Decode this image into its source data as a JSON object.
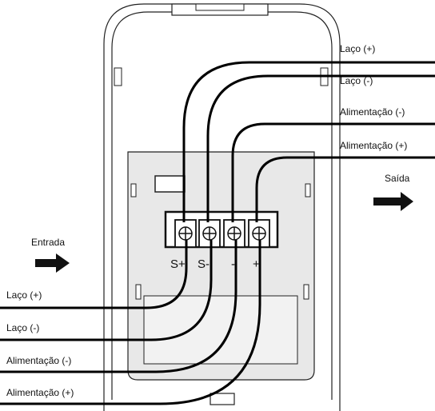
{
  "labels_right": [
    "Laço (+)",
    "Laço (-)",
    "Alimentação (-)",
    "Alimentação (+)"
  ],
  "labels_left": [
    "Laço (+)",
    "Laço (-)",
    "Alimentação (-)",
    "Alimentação (+)"
  ],
  "flow": {
    "output_label": "Saída",
    "input_label": "Entrada"
  },
  "terminals": [
    "S+",
    "S-",
    "-",
    "+"
  ],
  "colors": {
    "wire": "#000000",
    "outline": "#222222",
    "panel": "#e8e8e8",
    "inner_panel": "#f2f2f2"
  }
}
